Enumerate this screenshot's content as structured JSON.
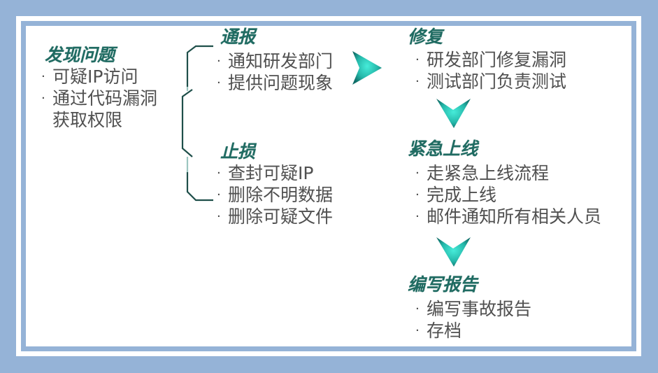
{
  "bullet": "·",
  "colors": {
    "background": "#95b3d7",
    "heading": "#1f6b62",
    "body_text": "#505050",
    "bracket": "#1f4f4a",
    "arrow_light": "#3fe0cf",
    "arrow_dark": "#0e6c66"
  },
  "discover": {
    "title": "发现问题",
    "items": [
      "可疑IP访问",
      "通过代码漏洞"
    ],
    "continuation": "获取权限"
  },
  "notify": {
    "title": "通报",
    "items": [
      "通知研发部门",
      "提供问题现象"
    ]
  },
  "stop_loss": {
    "title": "止损",
    "items": [
      "查封可疑IP",
      "删除不明数据",
      "删除可疑文件"
    ]
  },
  "fix": {
    "title": "修复",
    "items": [
      "研发部门修复漏洞",
      "测试部门负责测试"
    ]
  },
  "emergency_release": {
    "title": "紧急上线",
    "items": [
      "走紧急上线流程",
      "完成上线",
      "邮件通知所有相关人员"
    ]
  },
  "report": {
    "title": "编写报告",
    "items": [
      "编写事故报告",
      "存档"
    ]
  },
  "arrows": [
    {
      "name": "notify-to-fix",
      "direction": "right"
    },
    {
      "name": "fix-to-release",
      "direction": "down"
    },
    {
      "name": "release-to-report",
      "direction": "down"
    }
  ]
}
